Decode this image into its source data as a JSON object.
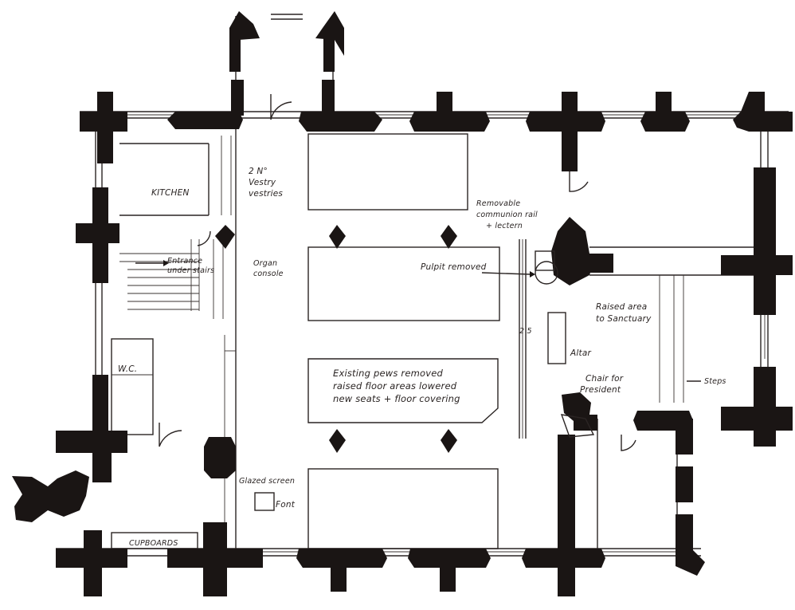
{
  "labels": {
    "kitchen": "KITCHEN",
    "wc": "W.C.",
    "cupboards": "CUPBOARDS",
    "new_vestries_1": "2 N°",
    "new_vestries_2": "Vestry",
    "new_vestries_3": "vestries",
    "entrance_1": "Entrance",
    "entrance_2": "under stairs",
    "organ_1": "Organ",
    "organ_2": "console",
    "communion_1": "Removable",
    "communion_2": "communion rail",
    "communion_3": "+ lectern",
    "pulpit": "Pulpit removed",
    "raised_1": "Raised area",
    "raised_2": "to Sanctuary",
    "altar": "Altar",
    "chair_1": "Chair for",
    "chair_2": "President",
    "steps": "Steps",
    "pews_1": "Existing pews removed",
    "pews_2": "raised floor areas lowered",
    "pews_3": "new seats + floor covering",
    "glazed_screen": "Glazed screen",
    "font": "Font",
    "dim": "2 5"
  }
}
